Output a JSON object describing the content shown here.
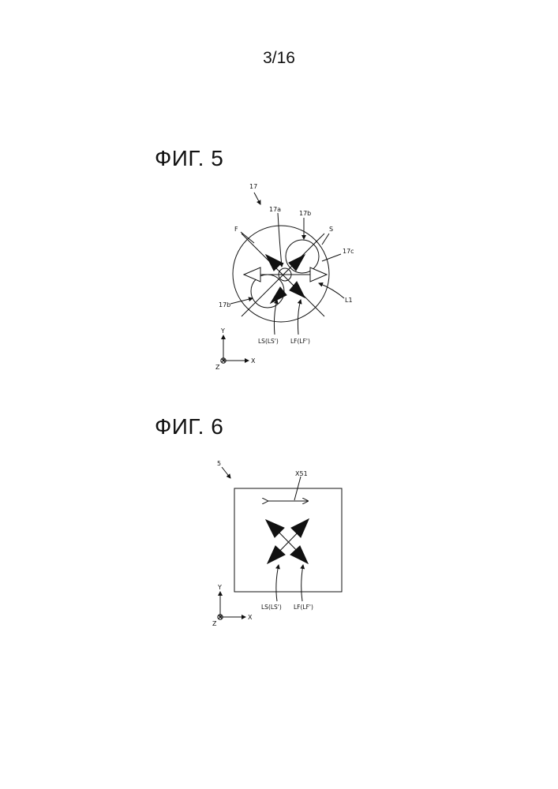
{
  "header": {
    "page_number": "3/16"
  },
  "figure5": {
    "title": "ФИГ. 5",
    "labels": {
      "ref": "17",
      "center": "17a",
      "sub_top": "17b",
      "sub_bottom": "17b",
      "outer": "17c",
      "f": "F",
      "s": "S",
      "line": "L1",
      "ls": "LS(LS')",
      "lf": "LF(LF')"
    },
    "axes": {
      "y": "Y",
      "x": "X",
      "z": "Z"
    }
  },
  "figure6": {
    "title": "ФИГ. 6",
    "labels": {
      "ref": "5",
      "motion": "X51",
      "ls": "LS(LS')",
      "lf": "LF(LF')"
    },
    "axes": {
      "y": "Y",
      "x": "X",
      "z": "Z"
    }
  }
}
